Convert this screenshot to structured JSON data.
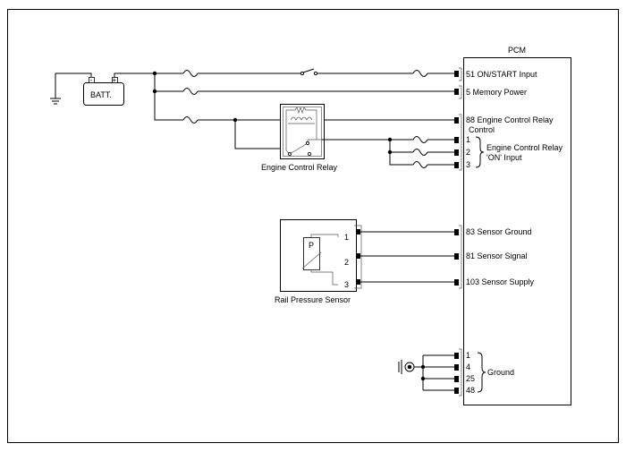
{
  "pcm": {
    "title": "PCM",
    "pins": {
      "on_start_input": "51 ON/START Input",
      "memory_power": "5 Memory Power",
      "engine_control_relay_control_1": "88 Engine Control Relay",
      "engine_control_relay_control_2": "Control",
      "ecr_pin_1": "1",
      "ecr_pin_2": "2",
      "ecr_pin_3": "3",
      "sensor_ground": "83 Sensor Ground",
      "sensor_signal": "81 Sensor Signal",
      "sensor_supply": "103 Sensor Supply",
      "ground_pin_1": "1",
      "ground_pin_4": "4",
      "ground_pin_25": "25",
      "ground_pin_48": "48"
    },
    "group_labels": {
      "ecr_on_input_1": "Engine Control Relay",
      "ecr_on_input_2": "'ON' Input",
      "ground": "Ground"
    }
  },
  "battery": {
    "label": "BATT.",
    "negative_symbol": "-",
    "positive_symbol": "+"
  },
  "relay": {
    "label": "Engine Control Relay"
  },
  "sensor": {
    "label": "Rail Pressure Sensor",
    "symbol": "P",
    "pins": [
      "1",
      "2",
      "3"
    ]
  }
}
